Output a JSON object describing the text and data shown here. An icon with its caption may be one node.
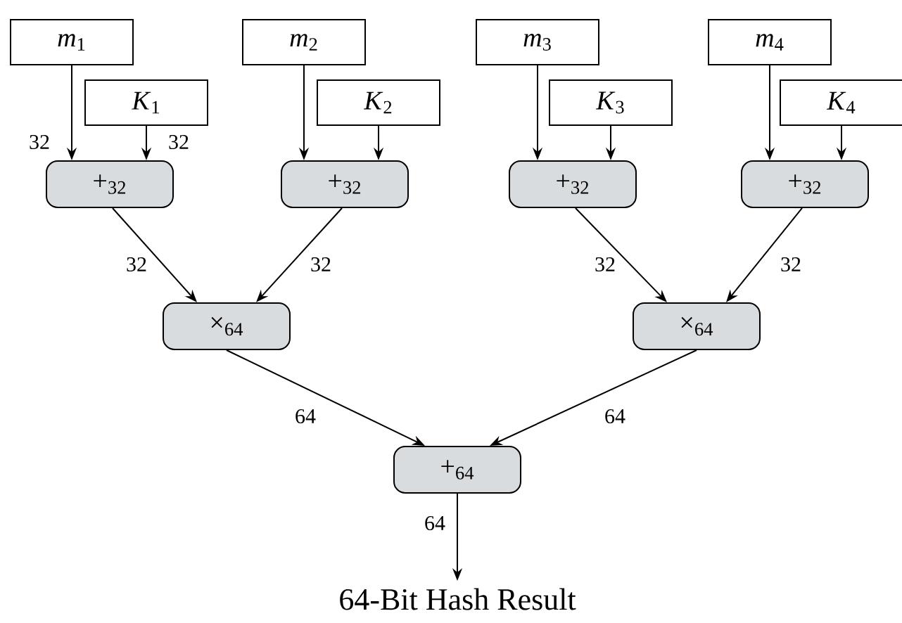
{
  "diagram": {
    "nodes": [
      {
        "text": [
          "*m*$_{1}$"
        ]
      },
      {
        "text": [
          "*m*$_{2}$"
        ]
      },
      {
        "text": [
          "*m*$_{3}$"
        ]
      },
      {
        "text": [
          "*m*$_{4}$"
        ]
      },
      {
        "text": [
          "*K*$_{1}$"
        ]
      },
      {
        "text": [
          "*K*$_{2}$"
        ]
      },
      {
        "text": [
          "*K*$_{3}$"
        ]
      },
      {
        "text": [
          "*K*$_{4}$"
        ]
      },
      {
        "text": [
          "+$_{32}$"
        ]
      },
      {
        "text": [
          "+$_{32}$"
        ]
      },
      {
        "text": [
          "+$_{32}$"
        ]
      },
      {
        "text": [
          "+$_{32}$"
        ]
      },
      {
        "text": [
          "×$_{64}$"
        ]
      },
      {
        "text": [
          "×$_{64}$"
        ]
      },
      {
        "text": [
          "+$_{64}$"
        ]
      },
      {
        "text": [
          "64-Bit Hash Result"
        ]
      }
    ],
    "edges": [
      {
        "from": 0,
        "to": 8,
        "arrow": "to",
        "label": "32"
      },
      {
        "from": 4,
        "to": 8,
        "arrow": "to",
        "label": "32"
      },
      {
        "from": 1,
        "to": 9,
        "arrow": "to"
      },
      {
        "from": 5,
        "to": 9,
        "arrow": "to"
      },
      {
        "from": 2,
        "to": 10,
        "arrow": "to"
      },
      {
        "from": 6,
        "to": 10,
        "arrow": "to"
      },
      {
        "from": 3,
        "to": 11,
        "arrow": "to"
      },
      {
        "from": 7,
        "to": 11,
        "arrow": "to"
      },
      {
        "from": 8,
        "to": 12,
        "arrow": "to",
        "label": "32"
      },
      {
        "from": 9,
        "to": 12,
        "arrow": "to",
        "label": "32"
      },
      {
        "from": 10,
        "to": 13,
        "arrow": "to",
        "label": "32"
      },
      {
        "from": 11,
        "to": 13,
        "arrow": "to",
        "label": "32"
      },
      {
        "from": 12,
        "to": 14,
        "arrow": "to",
        "label": "64"
      },
      {
        "from": 13,
        "to": 14,
        "arrow": "to",
        "label": "64"
      },
      {
        "from": 14,
        "to": 15,
        "arrow": "to",
        "label": "64"
      }
    ]
  }
}
